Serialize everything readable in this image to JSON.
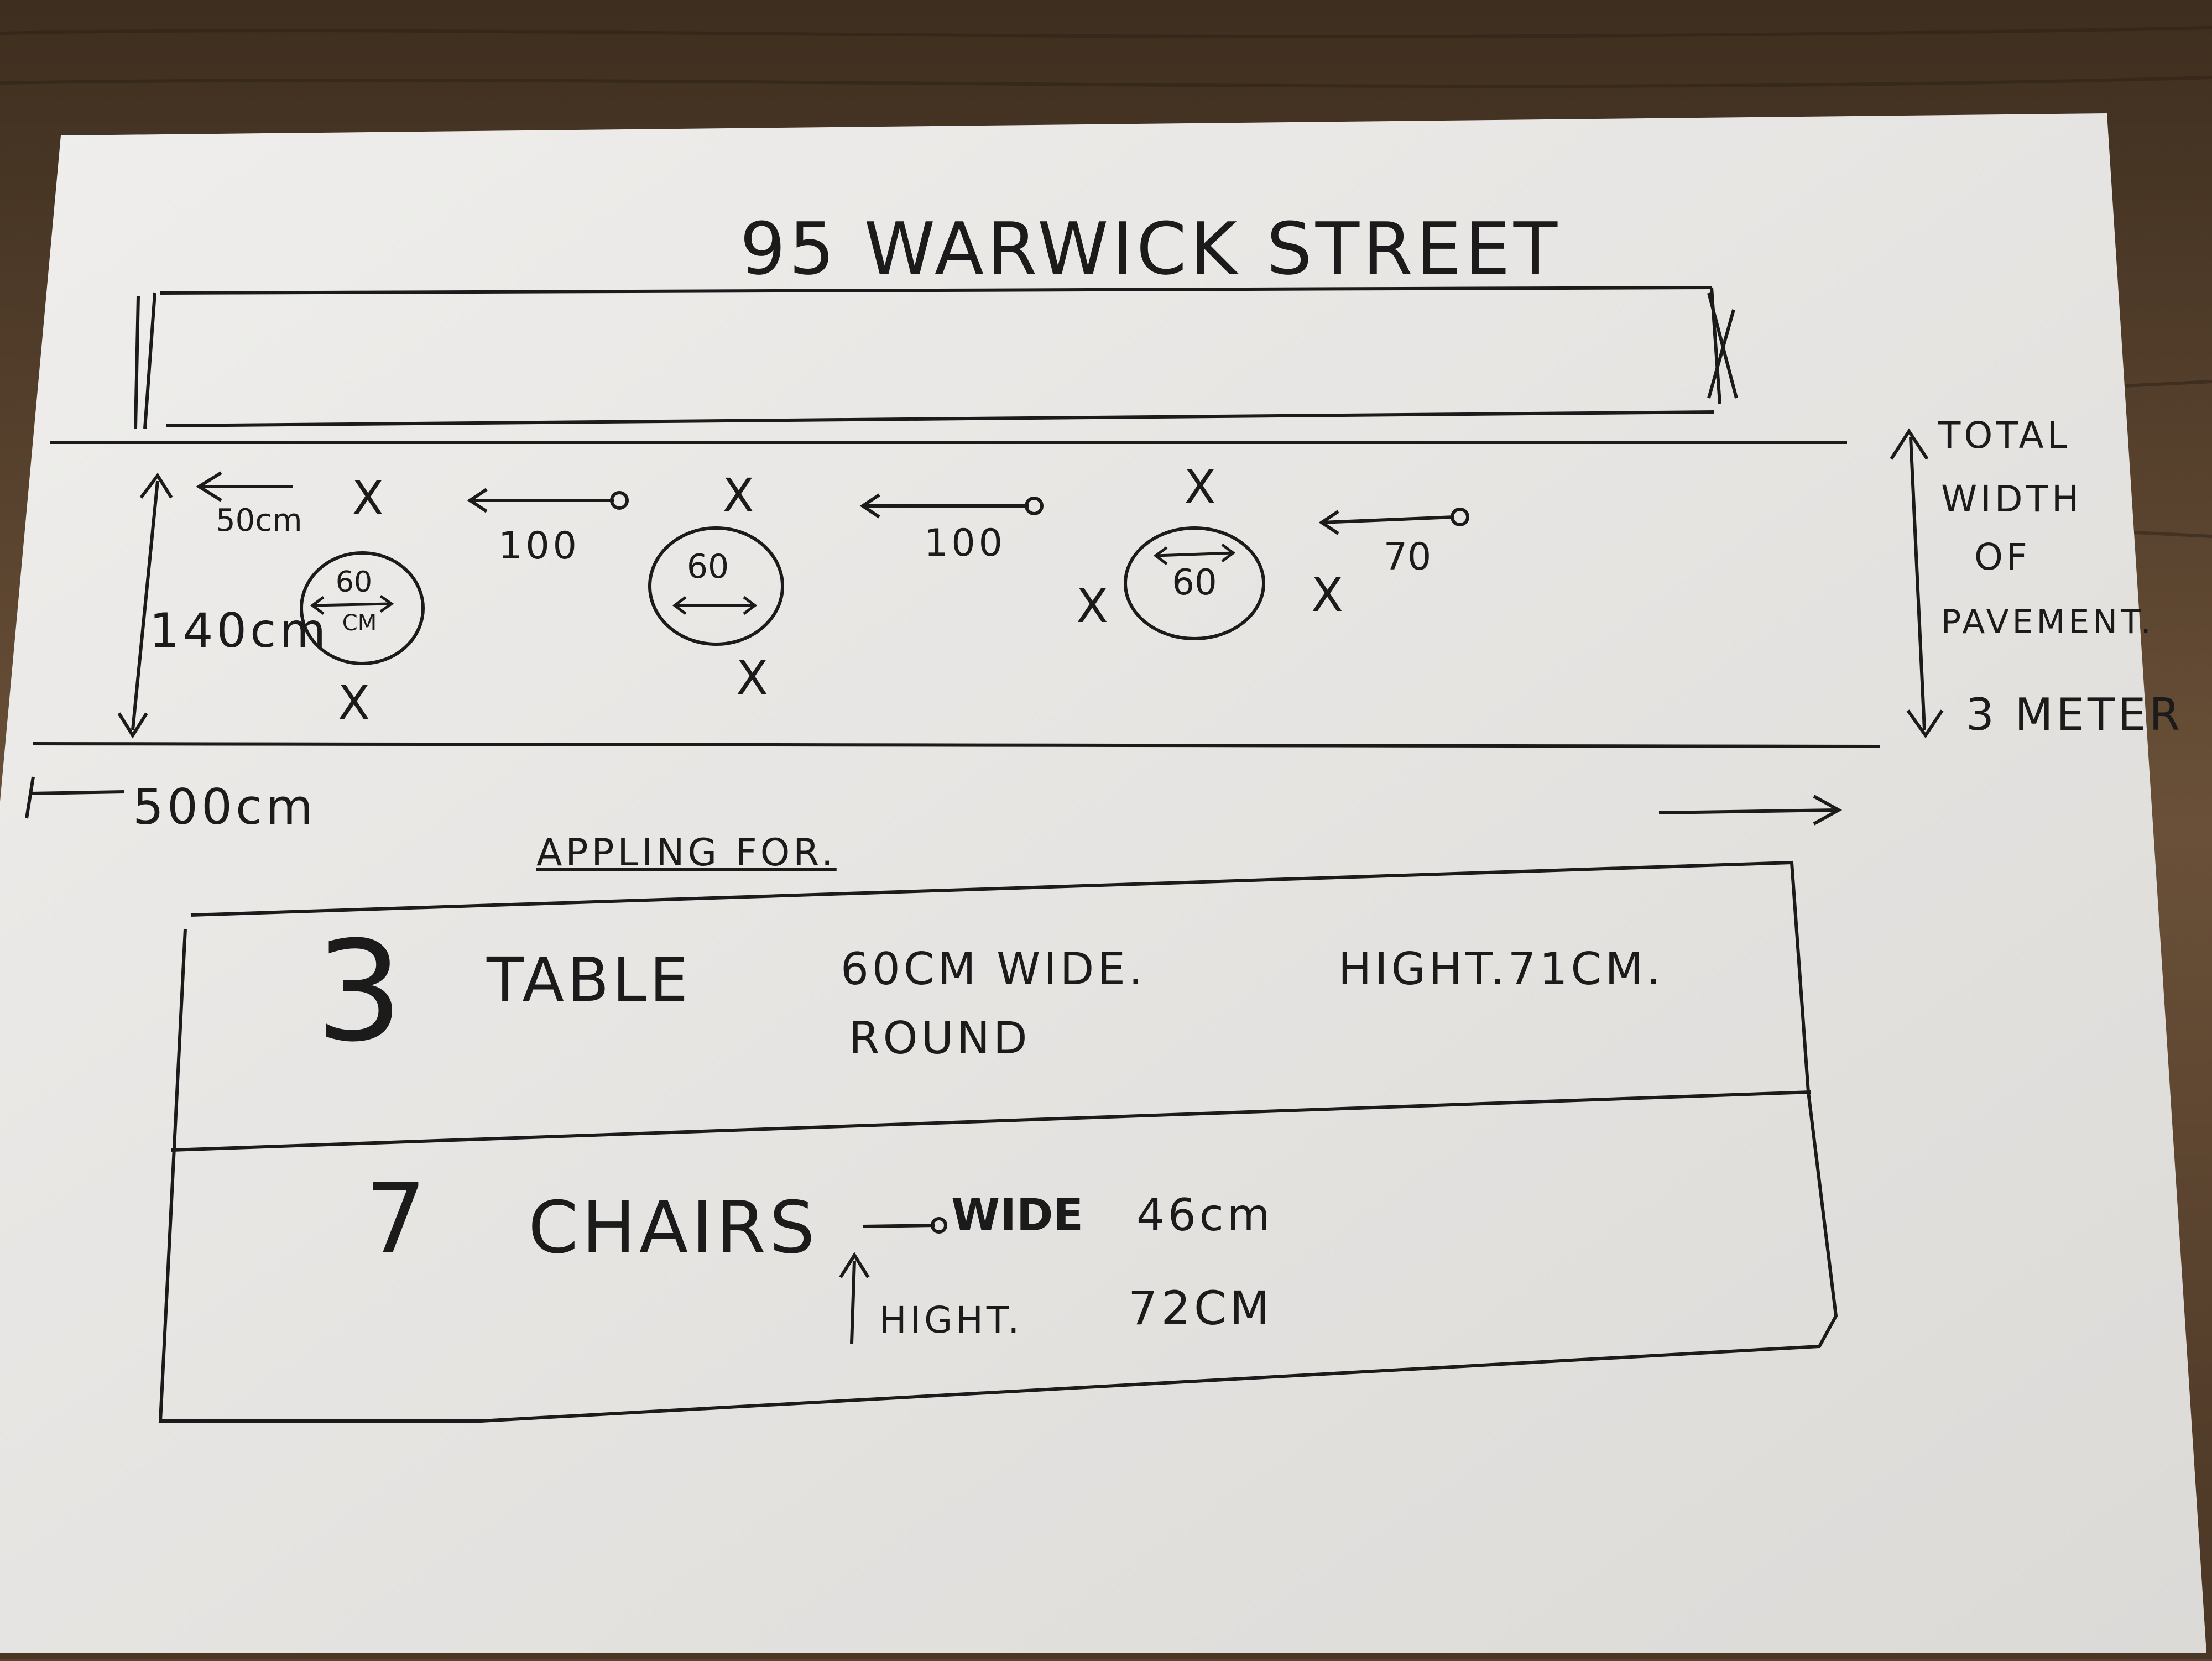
{
  "title": "95 WARWICK STREET",
  "dimensions": {
    "offset_label": "50cm",
    "gap_1": "100",
    "gap_2": "100",
    "gap_3": "70",
    "table_1": "60",
    "table_1_unit": "CM",
    "table_2": "60",
    "table_3": "60",
    "depth_label": "140cm",
    "length_label": "500cm",
    "total_width_lines": [
      "TOTAL",
      "WIDTH",
      "OF",
      "PAVEMENT."
    ],
    "total_width_value": "3 METER"
  },
  "chair_marker": "X",
  "applying_for": {
    "heading": "APPLING FOR.",
    "table_row": {
      "count": "3",
      "item": "TABLE",
      "size": "60CM WIDE.",
      "shape": "ROUND",
      "height": "HIGHT.71CM."
    },
    "chairs_row": {
      "count": "7",
      "item": "CHAIRS",
      "width_label": "WIDE",
      "width_value": "46cm",
      "height_label": "HIGHT.",
      "height_value": "72CM"
    }
  },
  "colors": {
    "table_background": "#5a4430",
    "paper": "#e9e8e6",
    "ink": "#1b1b1b"
  }
}
